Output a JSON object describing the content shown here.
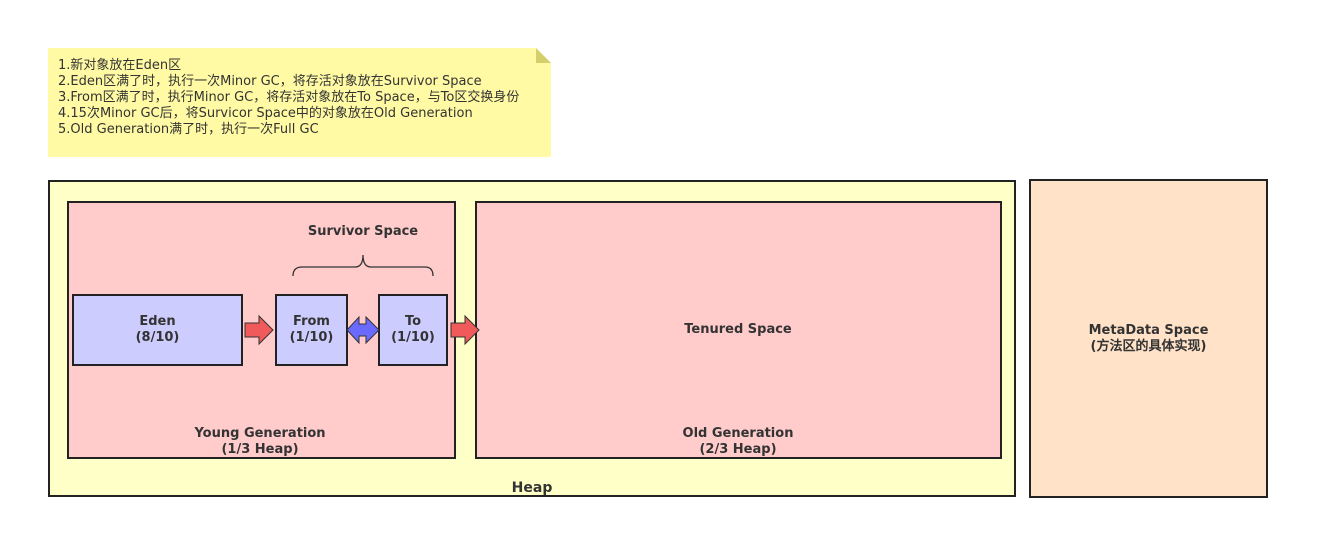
{
  "note": {
    "lines": [
      "1.新对象放在Eden区",
      "2.Eden区满了时，执行一次Minor GC，将存活对象放在Survivor Space",
      "3.From区满了时，执行Minor GC，将存活对象放在To Space，与To区交换身份",
      "4.15次Minor GC后，将Survicor Space中的对象放在Old Generation",
      "5.Old Generation满了时，执行一次Full GC"
    ]
  },
  "heap": {
    "label": "Heap"
  },
  "young": {
    "label": "Young Generation",
    "size": "(1/3 Heap)"
  },
  "survivor": {
    "label": "Survivor Space"
  },
  "eden": {
    "name": "Eden",
    "size": "(8/10)"
  },
  "from": {
    "name": "From",
    "size": "(1/10)"
  },
  "to": {
    "name": "To",
    "size": "(1/10)"
  },
  "old": {
    "label": "Old Generation",
    "size": "(2/3 Heap)",
    "inner": "Tenured Space"
  },
  "meta": {
    "name": "MetaData Space",
    "desc": "(方法区的具体实现)"
  },
  "colors": {
    "arrow_red": "#f05a5a",
    "arrow_blue": "#6a6aff",
    "note_bg": "#fffaa3",
    "heap_bg": "#ffffc8",
    "gen_bg": "#ffcbcb",
    "block_bg": "#ccccff",
    "meta_bg": "#ffe2c8"
  }
}
